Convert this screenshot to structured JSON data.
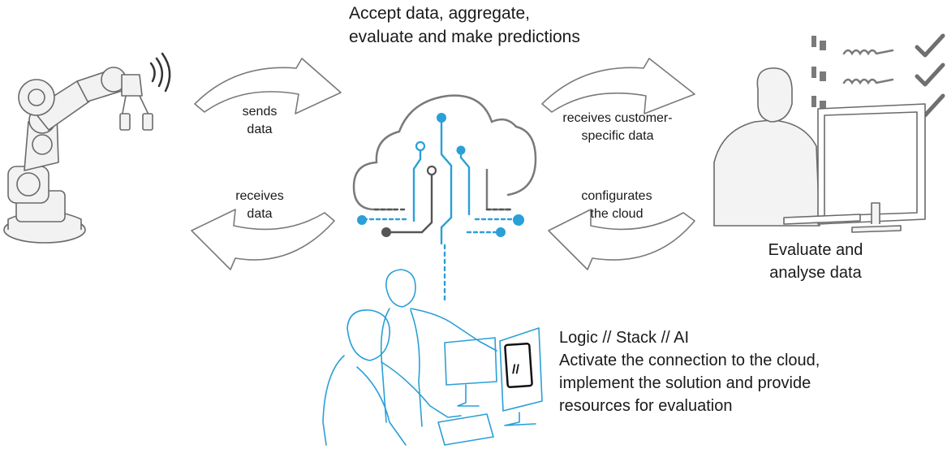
{
  "top_caption": {
    "line1": "Accept data, aggregate,",
    "line2": "evaluate and make predictions"
  },
  "arrows": {
    "sends": {
      "line1": "sends",
      "line2": "data"
    },
    "receives": {
      "line1": "receives",
      "line2": "data"
    },
    "receives_customer": {
      "line1": "receives customer-",
      "line2": "specific data"
    },
    "configurates": {
      "line1": "configurates",
      "line2": "the cloud"
    }
  },
  "right_caption": {
    "line1": "Evaluate and",
    "line2": "analyse data"
  },
  "bottom_caption": {
    "line1": "Logic // Stack // AI",
    "line2": "Activate the connection to the cloud,",
    "line3": "implement the solution and provide",
    "line4": "resources for evaluation"
  },
  "monitor_glyph": "//",
  "colors": {
    "accent_blue": "#2a9fd8",
    "gray_line": "#7a7a7a",
    "dark_gray": "#555555",
    "check_gray": "#6f6f6f"
  }
}
